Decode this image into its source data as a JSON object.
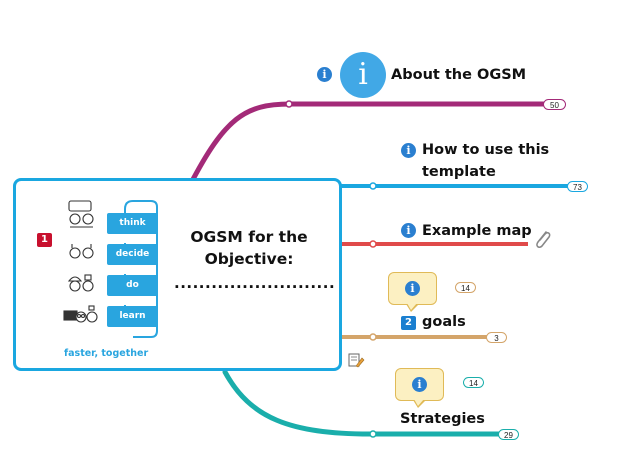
{
  "central": {
    "title": "OGSM for the Objective:",
    "dots": "..........................",
    "badge": "1",
    "steps": [
      "think",
      "decide",
      "do",
      "learn"
    ],
    "tagline": "faster, together"
  },
  "branches": [
    {
      "label": "About the OGSM",
      "count": "50",
      "color": "#a32a78",
      "icons": [
        "info-icon",
        "large-info-icon"
      ]
    },
    {
      "label": "How to use this template",
      "label_line1": "How to use this",
      "label_line2": "template",
      "count": "73",
      "color": "#1aa7e0",
      "icons": [
        "info-icon"
      ]
    },
    {
      "label": "Example map",
      "count": "",
      "color": "#e04a4a",
      "icons": [
        "info-icon",
        "paperclip-icon"
      ]
    },
    {
      "label": "goals",
      "badge": "2",
      "count": "3",
      "callout_count": "14",
      "color": "#d4a56a",
      "icons": [
        "info-icon"
      ]
    },
    {
      "label": "Strategies",
      "count": "29",
      "callout_count": "14",
      "color": "#1aaeab",
      "icons": [
        "info-icon"
      ]
    }
  ],
  "colors": {
    "accent": "#1aa7e0",
    "info": "#2a7fd0",
    "badge1": "#c8102e",
    "badge2": "#1a7fd0",
    "note_bg": "#fcf0c2"
  }
}
